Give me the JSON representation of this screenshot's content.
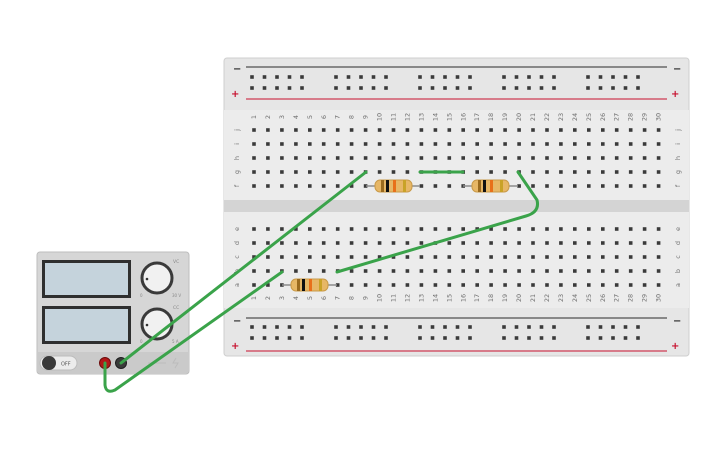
{
  "breadboard": {
    "columns": [
      "1",
      "2",
      "3",
      "4",
      "5",
      "6",
      "7",
      "8",
      "9",
      "10",
      "11",
      "12",
      "13",
      "14",
      "15",
      "16",
      "17",
      "18",
      "19",
      "20",
      "21",
      "22",
      "23",
      "24",
      "25",
      "26",
      "27",
      "28",
      "29",
      "30"
    ],
    "rows_top": [
      "j",
      "i",
      "h",
      "g",
      "f"
    ],
    "rows_bottom": [
      "e",
      "d",
      "c",
      "b",
      "a"
    ],
    "rail_minus": "−",
    "rail_plus": "+",
    "colors": {
      "board": "#e4e4e4",
      "hole": "#3a3a3a",
      "rail_red": "#c8102e",
      "rail_black": "#2b2b2b"
    }
  },
  "power_supply": {
    "knob_voltage_mark": "VC",
    "knob_voltage_range": "30 V",
    "knob_current_mark": "CC",
    "knob_current_range": "5 A",
    "knob_zero": "0",
    "switch_label": "OFF",
    "body_color": "#d6d6d6",
    "display_color": "#c5d3dc"
  },
  "components": [
    {
      "type": "resistor",
      "bands": [
        "#9a6a1e",
        "#111111",
        "#e8701a",
        "#c9a227"
      ]
    },
    {
      "type": "resistor",
      "bands": [
        "#9a6a1e",
        "#111111",
        "#e8701a",
        "#c9a227"
      ]
    },
    {
      "type": "resistor",
      "bands": [
        "#9a6a1e",
        "#111111",
        "#e8701a",
        "#c9a227"
      ]
    }
  ],
  "wire_color": "#3aa34a"
}
